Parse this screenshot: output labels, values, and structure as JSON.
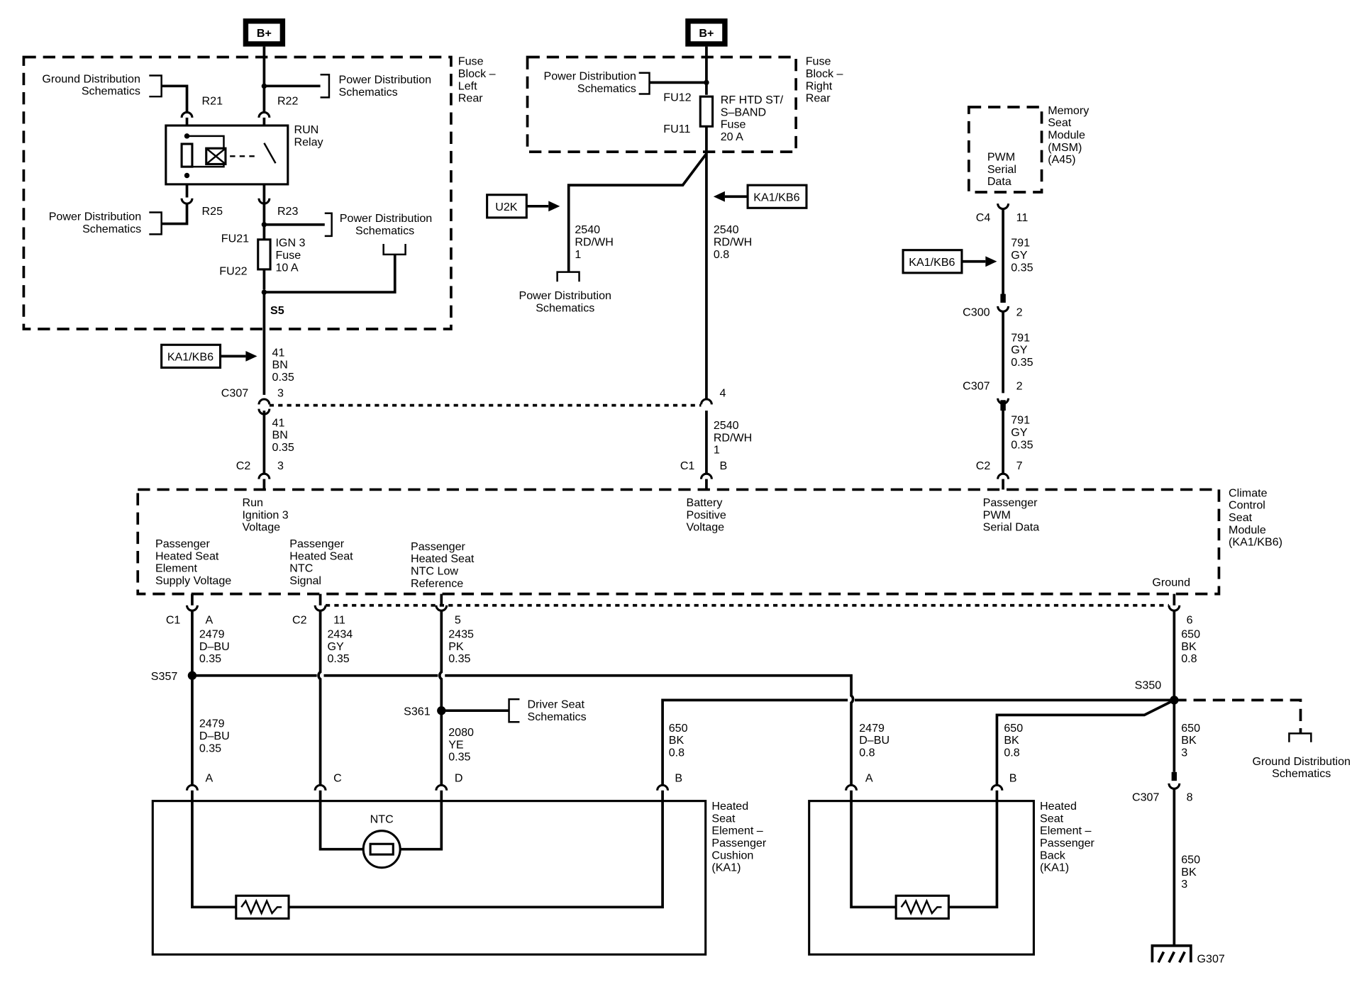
{
  "power_sources": [
    {
      "id": "bplus_left",
      "label": "B+"
    },
    {
      "id": "bplus_right",
      "label": "B+"
    }
  ],
  "fuse_blocks": {
    "left": [
      "Fuse",
      "Block –",
      "Left",
      "Rear"
    ],
    "right": [
      "Fuse",
      "Block –",
      "Right",
      "Rear"
    ]
  },
  "references": {
    "ground_dist": [
      "Ground Distribution",
      "Schematics"
    ],
    "power_dist": [
      "Power Distribution",
      "Schematics"
    ],
    "driver_seat": [
      "Driver Seat",
      "Schematics"
    ]
  },
  "relay": [
    "RUN",
    "Relay"
  ],
  "fuses": {
    "ign3": [
      "IGN 3",
      "Fuse",
      "10 A"
    ],
    "rf_htd": [
      "RF HTD ST/",
      "S–BAND",
      "Fuse",
      "20 A"
    ]
  },
  "options": {
    "ka1_kb6": "KA1/KB6",
    "u2k": "U2K"
  },
  "terminals": {
    "r21": "R21",
    "r22": "R22",
    "r23": "R23",
    "r25": "R25",
    "fu21": "FU21",
    "fu22": "FU22",
    "fu12": "FU12",
    "fu11": "FU11",
    "s5": "S5"
  },
  "wires": {
    "w41": [
      "41",
      "BN",
      "0.35"
    ],
    "w2540_1": [
      "2540",
      "RD/WH",
      "1"
    ],
    "w2540_08": [
      "2540",
      "RD/WH",
      "0.8"
    ],
    "w791": [
      "791",
      "GY",
      "0.35"
    ],
    "w2479_035": [
      "2479",
      "D–BU",
      "0.35"
    ],
    "w2434": [
      "2434",
      "GY",
      "0.35"
    ],
    "w2435": [
      "2435",
      "PK",
      "0.35"
    ],
    "w650_08": [
      "650",
      "BK",
      "0.8"
    ],
    "w2080": [
      "2080",
      "YE",
      "0.35"
    ],
    "w2479_08": [
      "2479",
      "D–BU",
      "0.8"
    ],
    "w650_3": [
      "650",
      "BK",
      "3"
    ]
  },
  "connectors": {
    "c307": "C307",
    "c2": "C2",
    "c1": "C1",
    "c4": "C4",
    "c300": "C300",
    "p3": "3",
    "p4": "4",
    "pB": "B",
    "p11": "11",
    "p2": "2",
    "p7": "7",
    "pA": "A",
    "p5": "5",
    "p6": "6",
    "pC": "C",
    "pD": "D",
    "p8": "8"
  },
  "splices": {
    "s357": "S357",
    "s361": "S361",
    "s350": "S350"
  },
  "msm": {
    "label": [
      "Memory",
      "Seat",
      "Module",
      "(MSM)",
      "(A45)"
    ],
    "pin": [
      "PWM",
      "Serial",
      "Data"
    ]
  },
  "module": {
    "name": [
      "Climate",
      "Control",
      "Seat",
      "Module",
      "(KA1/KB6)"
    ],
    "run": [
      "Run",
      "Ignition 3",
      "Voltage"
    ],
    "batt": [
      "Battery",
      "Positive",
      "Voltage"
    ],
    "pwm": [
      "Passenger",
      "PWM",
      "Serial Data"
    ],
    "elem": [
      "Passenger",
      "Heated Seat",
      "Element",
      "Supply Voltage"
    ],
    "ntc_sig": [
      "Passenger",
      "Heated Seat",
      "NTC",
      "Signal"
    ],
    "ntc_low": [
      "Passenger",
      "Heated Seat",
      "NTC Low",
      "Reference"
    ],
    "ground": "Ground"
  },
  "cushion": [
    "Heated",
    "Seat",
    "Element –",
    "Passenger",
    "Cushion",
    "(KA1)"
  ],
  "back": [
    "Heated",
    "Seat",
    "Element –",
    "Passenger",
    "Back",
    "(KA1)"
  ],
  "ntc": "NTC",
  "ground_point": "G307"
}
